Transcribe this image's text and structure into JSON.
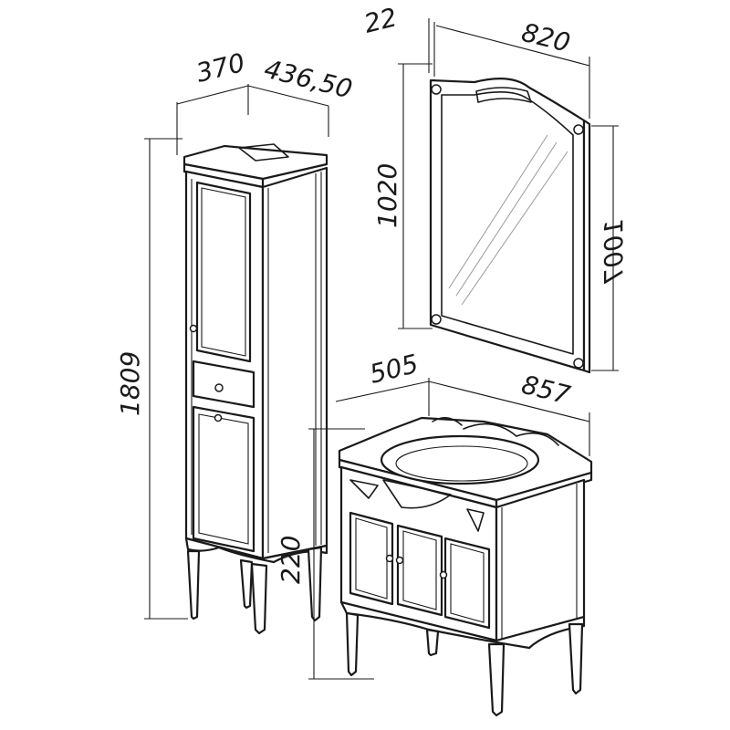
{
  "dimensions": {
    "cabinet_width": "370",
    "cabinet_depth": "436,50",
    "cabinet_height": "1809",
    "cabinet_bottom": "220",
    "mirror_depth": "22",
    "mirror_width": "820",
    "mirror_height_left": "1020",
    "mirror_height_right": "1007",
    "vanity_depth": "505",
    "vanity_width": "857"
  },
  "colors": {
    "line": "#1a1a1a",
    "background": "#ffffff",
    "glass": "#9a9a9a"
  }
}
